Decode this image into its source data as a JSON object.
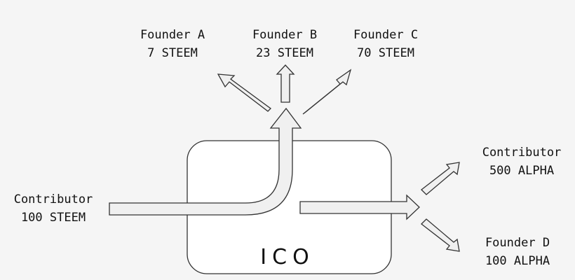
{
  "diagram": {
    "center_label": "ICO",
    "inputs": [
      {
        "name": "Contributor",
        "amount": "100 STEEM"
      }
    ],
    "outputs_top": [
      {
        "name": "Founder A",
        "amount": "7 STEEM"
      },
      {
        "name": "Founder B",
        "amount": "23 STEEM"
      },
      {
        "name": "Founder C",
        "amount": "70 STEEM"
      }
    ],
    "outputs_right": [
      {
        "name": "Contributor",
        "amount": "500 ALPHA"
      },
      {
        "name": "Founder D",
        "amount": "100 ALPHA"
      }
    ],
    "colors": {
      "background": "#f5f5f5",
      "box_fill": "#ffffff",
      "arrow_fill": "#f0f0f0",
      "stroke": "#333333",
      "text": "#111111"
    }
  }
}
